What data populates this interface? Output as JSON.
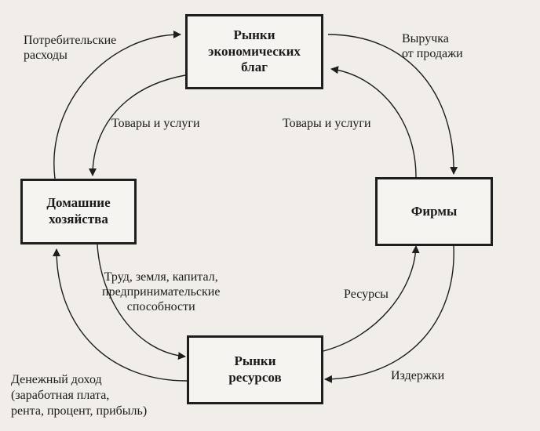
{
  "nodes": {
    "markets_goods": "Рынки\nэкономических\nблаг",
    "households": "Домашние\nхозяйства",
    "firms": "Фирмы",
    "markets_resources": "Рынки\nресурсов"
  },
  "labels": {
    "consumer_spending": "Потребительские\nрасходы",
    "sales_revenue": "Выручка\nот продажи",
    "goods_services_left": "Товары и услуги",
    "goods_services_right": "Товары и услуги",
    "factors": "Труд, земля, капитал,\nпредпринимательские\nспособности",
    "resources": "Ресурсы",
    "costs": "Издержки",
    "money_income": "Денежный доход\n(заработная плата,\nрента, процент, прибыль)"
  }
}
